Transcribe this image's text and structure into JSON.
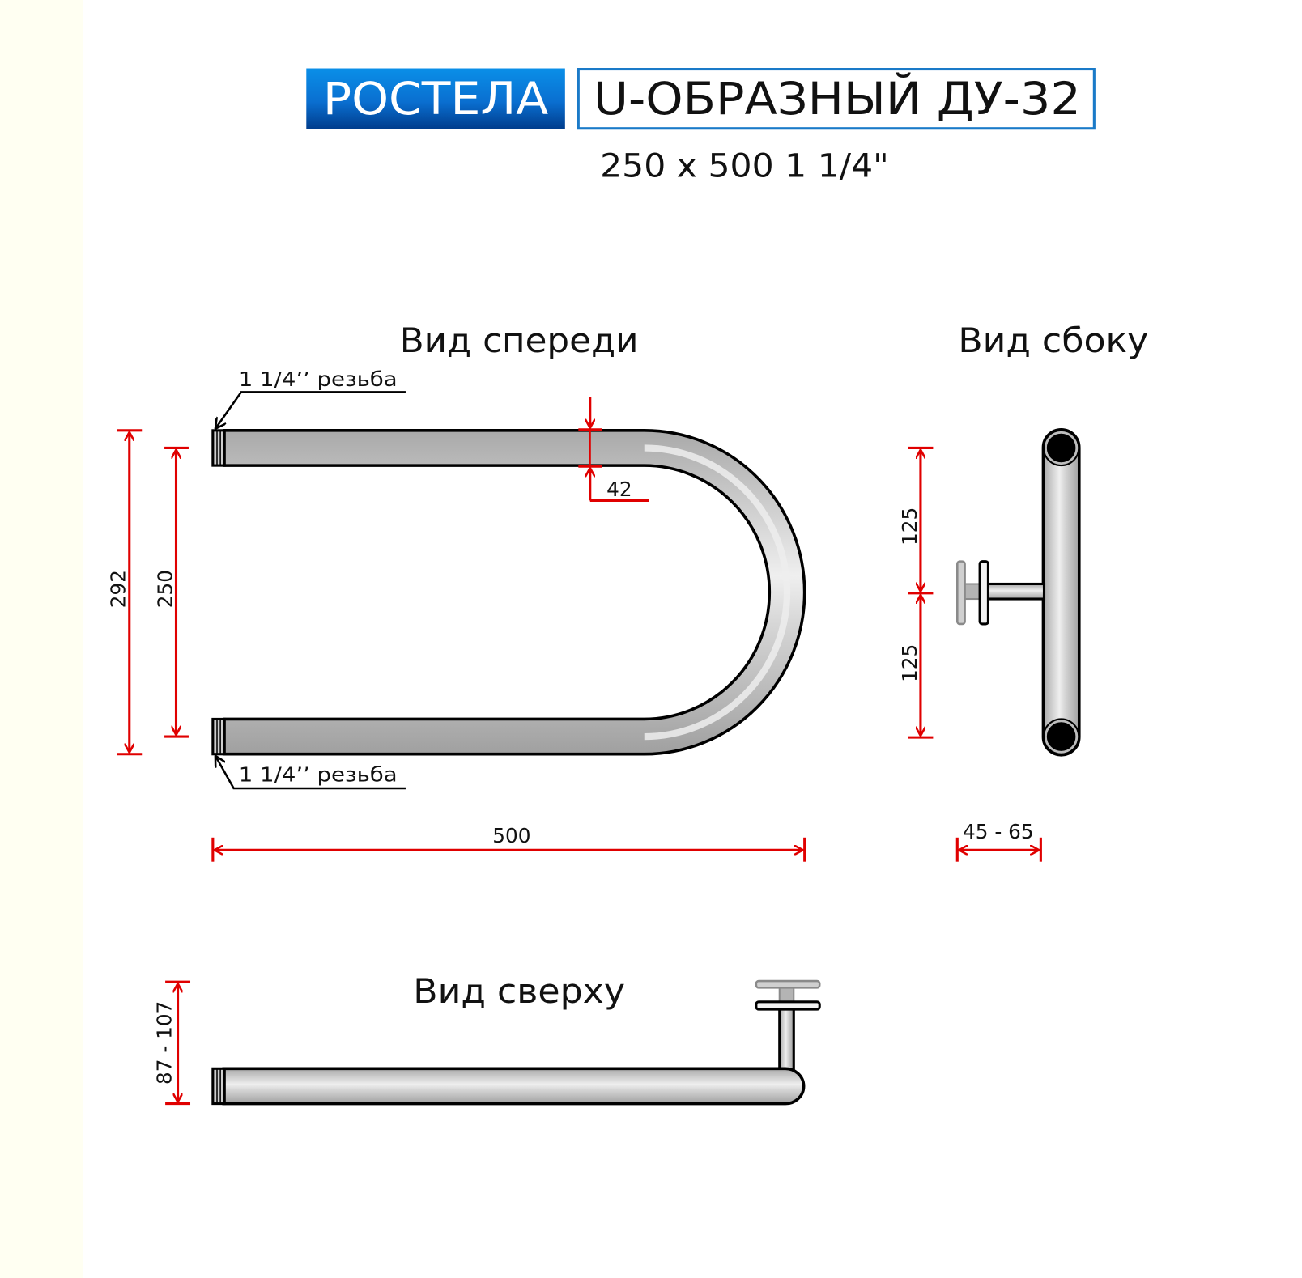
{
  "header": {
    "brand": "РОСТЕЛА",
    "model": "U-ОБРАЗНЫЙ ДУ-32",
    "size_spec": "250 x 500 1 1/4\""
  },
  "views": {
    "front": {
      "title": "Вид спереди",
      "thread_label_top": "1 1/4’’ резьба",
      "thread_label_bottom": "1 1/4’’ резьба",
      "dim_overall_height": "292",
      "dim_center_distance": "250",
      "dim_pipe_diameter": "42",
      "dim_width": "500"
    },
    "side": {
      "title": "Вид сбоку",
      "dim_upper": "125",
      "dim_lower": "125",
      "dim_wall_offset": "45 - 65"
    },
    "top": {
      "title": "Вид сверху",
      "dim_depth": "87 - 107"
    }
  },
  "colors": {
    "brand_blue_top": "#0a8fe8",
    "brand_blue_bottom": "#003c8c",
    "frame_blue": "#1a7ac8",
    "dimension_red": "#e00000",
    "pipe_light": "#eeeeee",
    "pipe_mid": "#b4b4b4",
    "outline": "#000000",
    "side_strip": "#fffff2"
  }
}
